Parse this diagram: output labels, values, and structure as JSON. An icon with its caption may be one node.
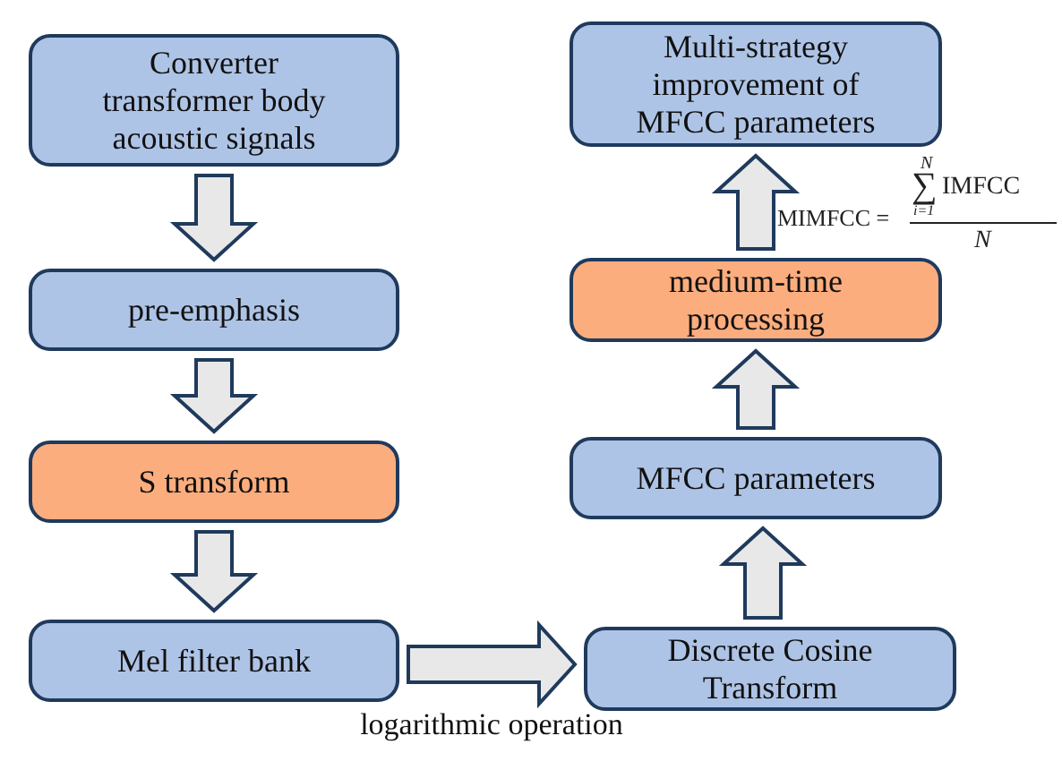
{
  "diagram": {
    "nodes": [
      {
        "text": [
          "Converter transformer body acoustic signals"
        ]
      },
      {
        "text": [
          "pre-emphasis"
        ]
      },
      {
        "text": [
          "S transform"
        ]
      },
      {
        "text": [
          "Mel filter bank"
        ]
      },
      {
        "text": [
          "Multi-strategy improvement of MFCC parameters"
        ]
      },
      {
        "text": [
          "medium-time processing"
        ]
      },
      {
        "text": [
          "MFCC parameters"
        ]
      },
      {
        "text": [
          "Discrete Cosine Transform"
        ]
      }
    ],
    "edges": [
      {
        "from": 0,
        "to": 1,
        "arrow": "to"
      },
      {
        "from": 1,
        "to": 2,
        "arrow": "to"
      },
      {
        "from": 2,
        "to": 3,
        "arrow": "to"
      },
      {
        "from": 3,
        "to": 7,
        "arrow": "to",
        "label": "logarithmic operation"
      },
      {
        "from": 7,
        "to": 6,
        "arrow": "to"
      },
      {
        "from": 6,
        "to": 5,
        "arrow": "to"
      },
      {
        "from": 5,
        "to": 4,
        "arrow": "to"
      }
    ],
    "labels": [
      "MIMFCC =",
      "N",
      "∑",
      "IMFCC",
      "i=1",
      "N"
    ]
  }
}
